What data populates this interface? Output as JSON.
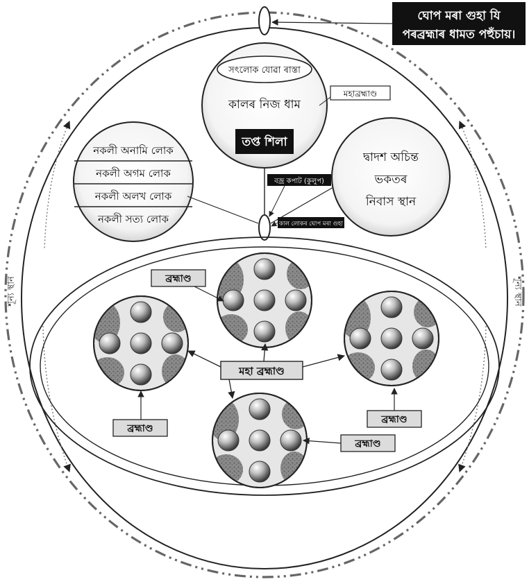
{
  "header_box": {
    "line1": "ঘোপ মৰা গুহা যি",
    "line2": "পৰব্ৰহ্মাৰ ধামত পহুঁচায়।"
  },
  "kal_circle": {
    "top_oval": "সৎলোক যোৱা ৰাস্তা",
    "title": "কালৰ নিজ ধাম",
    "black_label": "তপ্ত শিলা"
  },
  "maha_brahmand_label": "মহাব্ৰহ্মাণ্ড",
  "fake_loks": [
    "নকলী অনামি লোক",
    "নকলী অগম লোক",
    "নকলী অলখ লোক",
    "নকলী সত্য লোক"
  ],
  "bhakta_circle": {
    "line1": "দ্বাদশ অচিন্ত",
    "line2": "ভকতৰ",
    "line3": "নিবাস স্থান"
  },
  "vajra_label": "বজ্ৰ কপাট (কুলুপ)",
  "kal_cave_label": "কাল লোকৰ ঘোপ মৰা গুহা",
  "center_label": "মহা ব্ৰহ্মাণ্ড",
  "brahmand_label": "ব্ৰহ্মাণ্ড",
  "left_side_label": "শূন্য স্থান",
  "right_side_label": "শূন্য স্থান"
}
